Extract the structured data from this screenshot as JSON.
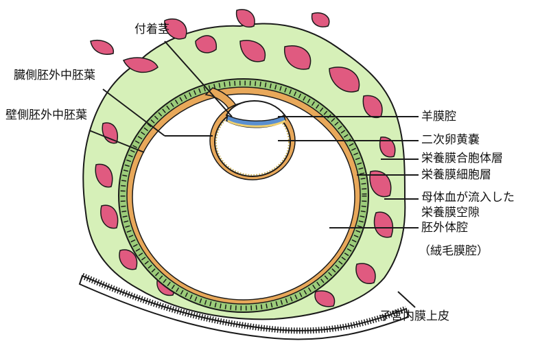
{
  "labels": {
    "connecting_stalk": "付着茎",
    "splanchnic_mesoderm": "臓側胚外中胚葉",
    "somatic_mesoderm": "壁側胚外中胚葉",
    "amniotic_cavity": "羊膜腔",
    "secondary_yolk_sac": "二次卵黄嚢",
    "syncytiotrophoblast": "栄養膜合胞体層",
    "cytotrophoblast": "栄養膜細胞層",
    "lacunae_line1": "母体血が流入した",
    "lacunae_line2": "栄養膜空隙",
    "chorionic_cavity_line1": "胚外体腔",
    "chorionic_cavity_line2": "（絨毛膜腔）",
    "endometrium": "子宮内膜上皮"
  },
  "colors": {
    "syncytio_green": "#d6f0b8",
    "lacuna_pink": "#e05a80",
    "cyto_green": "#9ccc7a",
    "mesoderm_orange": "#e8a85a",
    "amnion_blue": "#5a8fd0",
    "outline": "#1a1a1a"
  }
}
